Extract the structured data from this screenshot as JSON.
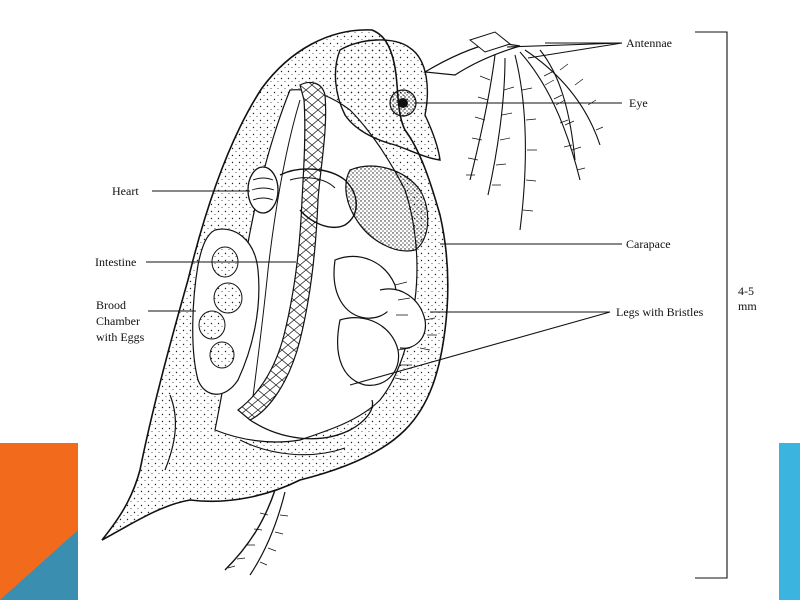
{
  "labels": {
    "antennae": "Antennae",
    "eye": "Eye",
    "heart": "Heart",
    "carapace": "Carapace",
    "intestine": "Intestine",
    "brood_line1": "Brood",
    "brood_line2": "Chamber",
    "brood_line3": "with Eggs",
    "legs": "Legs with Bristles",
    "size_line1": "4-5",
    "size_line2": "mm"
  },
  "colors": {
    "accent_orange": "#F26B1D",
    "accent_teal": "#3A8FB0",
    "accent_cyan": "#3BB4E0",
    "ink": "#111111"
  },
  "icons": {
    "specimen": "daphnia-illustration"
  }
}
